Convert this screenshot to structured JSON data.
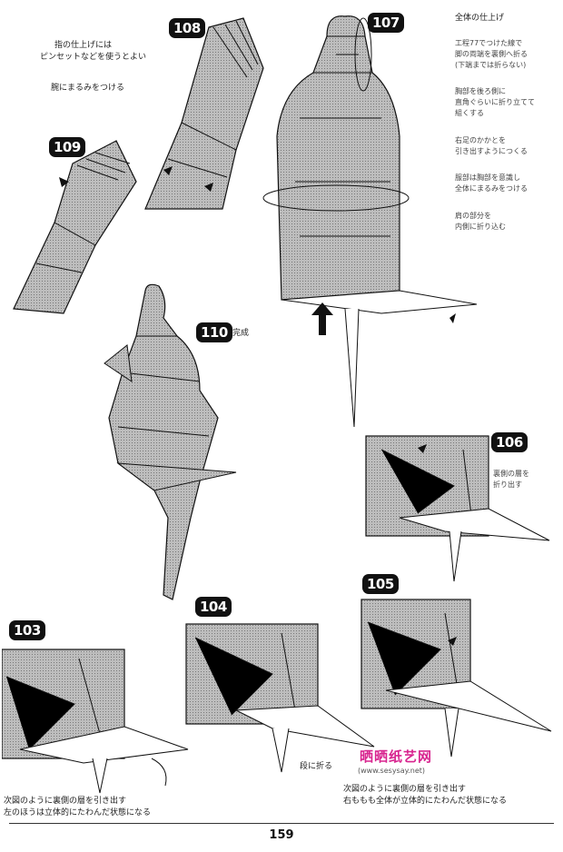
{
  "page_number": "159",
  "steps": {
    "s103": "103",
    "s104": "104",
    "s105": "105",
    "s106": "106",
    "s107": "107",
    "s108": "108",
    "s109": "109",
    "s110": "110"
  },
  "notes": {
    "complete": "完成",
    "step108_line1": "指の仕上げには",
    "step108_line2": "ピンセットなどを使うとよい",
    "step109_line1": "腕にまるみをつける",
    "step107_title": "全体の仕上げ",
    "step107_a1": "工程77でつけた線で",
    "step107_a2": "脚の両端を裏側へ折る",
    "step107_a3": "(下端までは折らない)",
    "step107_b1": "胸部を後ろ側に",
    "step107_b2": "直角ぐらいに折り立てて",
    "step107_b3": "組くする",
    "step107_c1": "右足のかかとを",
    "step107_c2": "引き出すようにつくる",
    "step107_d1": "服部は胸部を意識し",
    "step107_d2": "全体にまるみをつける",
    "step107_e1": "肩の部分を",
    "step107_e2": "内側に折り込む",
    "step106_line1": "裏側の層を",
    "step106_line2": "折り出す",
    "step104_fold": "段に折る",
    "step103_line1": "次図のように裏側の層を引き出す",
    "step103_line2": "左のほうは立体的にたわんだ状態になる",
    "step105_line1": "次図のように裏側の層を引き出す",
    "step105_line2": "右ももも全体が立体的にたわんだ状態になる"
  },
  "watermark": {
    "brand": "晒晒纸艺网",
    "url": "(www.sesysay.net)"
  },
  "colors": {
    "ink": "#111111",
    "paper": "#ffffff",
    "shade": "#9a9a9a",
    "watermark": "#d8248f"
  }
}
